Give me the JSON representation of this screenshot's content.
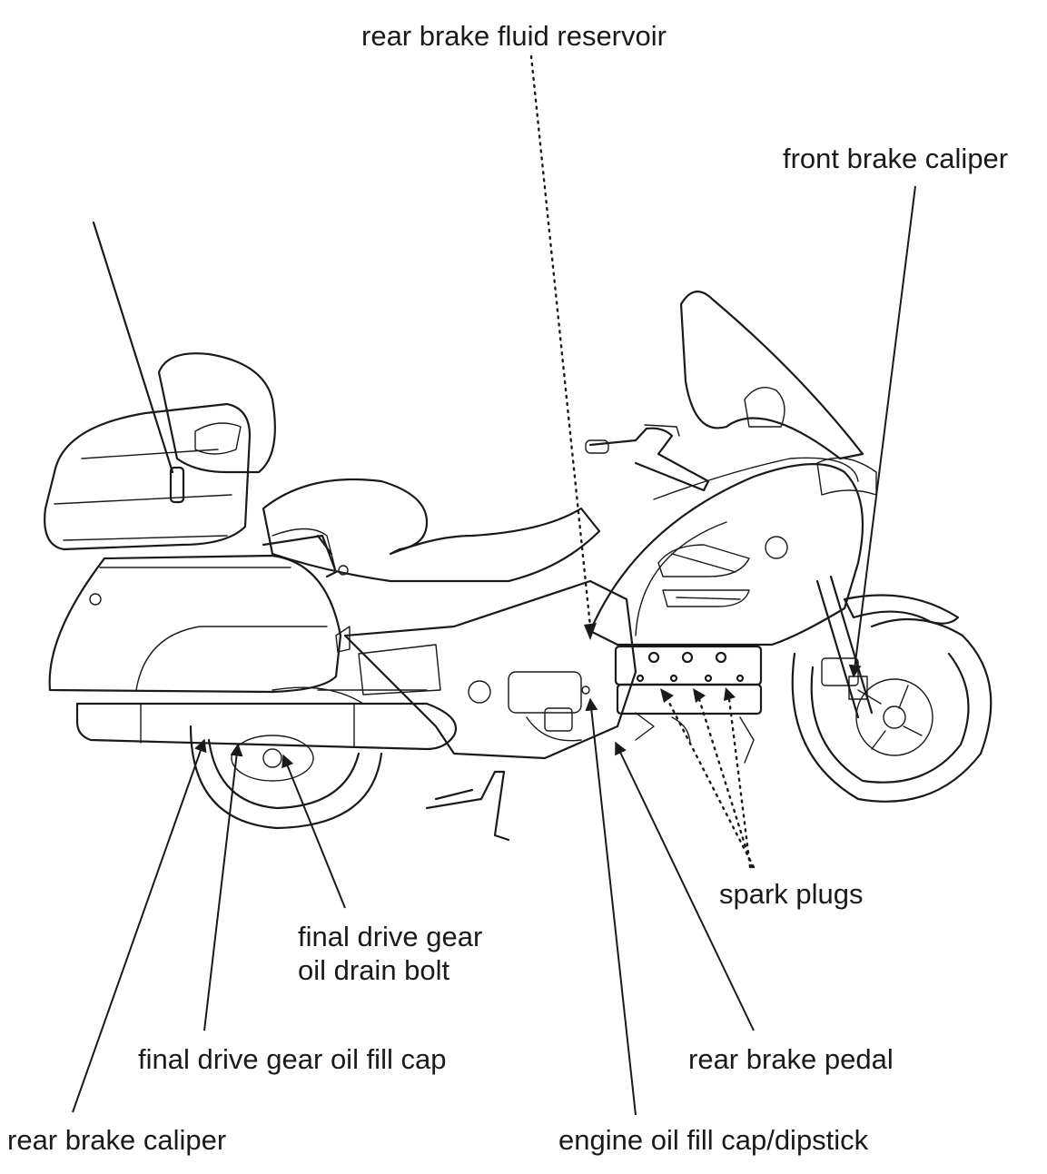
{
  "labels": {
    "rear_brake_fluid_reservoir": "rear brake fluid reservoir",
    "front_brake_caliper": "front brake caliper",
    "spark_plugs": "spark plugs",
    "final_drive_gear_oil_drain_bolt": [
      "final drive gear",
      "oil drain bolt"
    ],
    "final_drive_gear_oil_fill_cap": "final drive gear oil fill cap",
    "rear_brake_pedal": "rear brake pedal",
    "rear_brake_caliper": "rear brake caliper",
    "engine_oil_fill_cap_dipstick": "engine oil fill cap/dipstick"
  },
  "colors": {
    "ink": "#1a1a1a",
    "background": "#ffffff"
  }
}
